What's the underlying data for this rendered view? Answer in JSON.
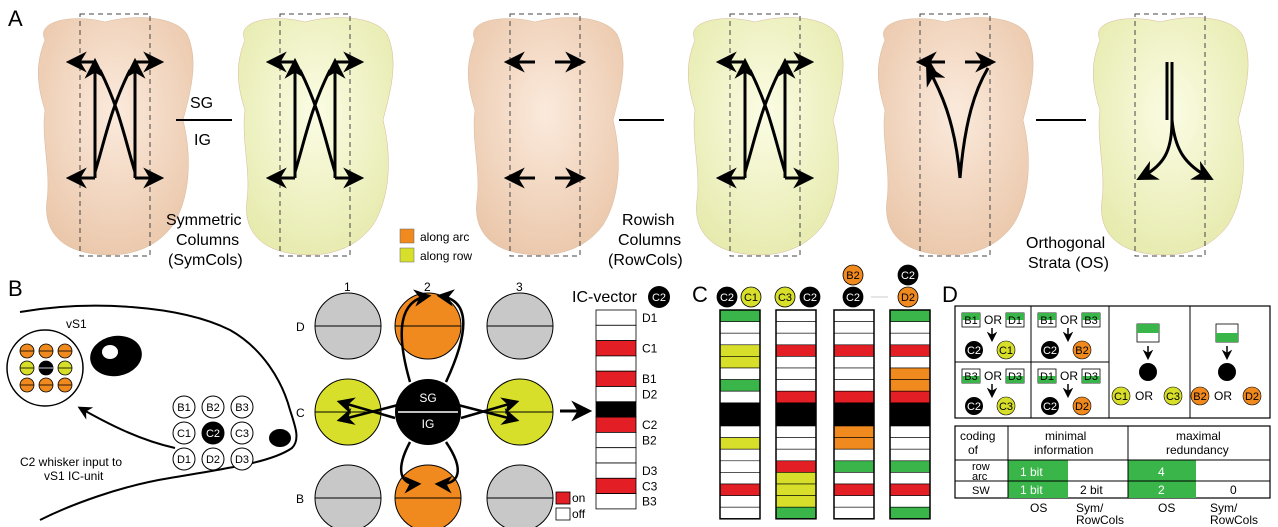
{
  "panels": {
    "A": "A",
    "B": "B",
    "C": "C",
    "D": "D"
  },
  "panelA": {
    "sg": "SG",
    "ig": "IG",
    "symcols": [
      "Symmetric",
      "Columns",
      "(SymCols)"
    ],
    "rowcols": [
      "Rowish",
      "Columns",
      "(RowCols)"
    ],
    "os": [
      "Orthogonal",
      "Strata (OS)"
    ],
    "legend": [
      {
        "label": "along arc",
        "color": "#f0891e"
      },
      {
        "label": "along row",
        "color": "#d7df2a"
      }
    ]
  },
  "panelB": {
    "vs1": "vS1",
    "whiskers": [
      "B1",
      "B2",
      "B3",
      "C1",
      "C2",
      "C3",
      "D1",
      "D2",
      "D3"
    ],
    "caption": [
      "C2 whisker input to",
      "vS1 IC-unit"
    ],
    "col_labels": [
      "1",
      "2",
      "3"
    ],
    "row_labels": [
      "D",
      "C",
      "B"
    ],
    "sg": "SG",
    "ig": "IG",
    "ic_vector_title": "IC-vector",
    "ic_vector_badge": "C2",
    "rows": [
      "D1",
      "C1",
      "B1",
      "D2",
      "C2",
      "B2",
      "D3",
      "C3",
      "B3"
    ],
    "legend_on": "on",
    "legend_off": "off"
  },
  "panelC": {
    "columns": [
      {
        "badges": [
          {
            "t": "C2",
            "c": "black"
          },
          {
            "t": "C1",
            "c": "yellow"
          }
        ]
      },
      {
        "badges": [
          {
            "t": "C3",
            "c": "yellow"
          },
          {
            "t": "C2",
            "c": "black"
          }
        ]
      },
      {
        "badges": [
          {
            "t": "B2",
            "c": "orange"
          },
          {
            "t": "C2",
            "c": "black"
          }
        ]
      },
      {
        "badges": [
          {
            "t": "C2",
            "c": "black"
          },
          {
            "t": "D2",
            "c": "orange"
          }
        ]
      }
    ]
  },
  "panelD": {
    "or": "OR",
    "boxes": [
      {
        "tl": "B1",
        "tr": "D1",
        "b1": "C2",
        "b2": "C1"
      },
      {
        "tl": "B1",
        "tr": "B3",
        "b1": "C2",
        "b2": "B2"
      },
      {
        "tl": "B3",
        "tr": "D3",
        "b1": "C2",
        "b2": "C3"
      },
      {
        "tl": "D1",
        "tr": "D3",
        "b1": "C2",
        "b2": "D2"
      }
    ],
    "or_items": [
      [
        "C1",
        "C3"
      ],
      [
        "B2",
        "D2"
      ]
    ],
    "table": {
      "h1": [
        "coding",
        "of"
      ],
      "minimal": [
        "minimal",
        "information"
      ],
      "maximal": [
        "maximal",
        "redundancy"
      ],
      "row_arc": [
        "row",
        "arc"
      ],
      "sw": "SW",
      "row1": [
        "1 bit",
        "",
        "4",
        ""
      ],
      "row2": [
        "1 bit",
        "2 bit",
        "2",
        "0"
      ],
      "footer": [
        "OS",
        "Sym/\nRowCols",
        "OS",
        "Sym/\nRowCols"
      ]
    }
  },
  "colors": {
    "orange": "#f0891e",
    "yellow": "#d7df2a",
    "red": "#e31e24",
    "green": "#39b54a",
    "gray": "#c8c8c8",
    "brain_a": "#f6d9c2",
    "brain_b": "#f4f6c4"
  }
}
